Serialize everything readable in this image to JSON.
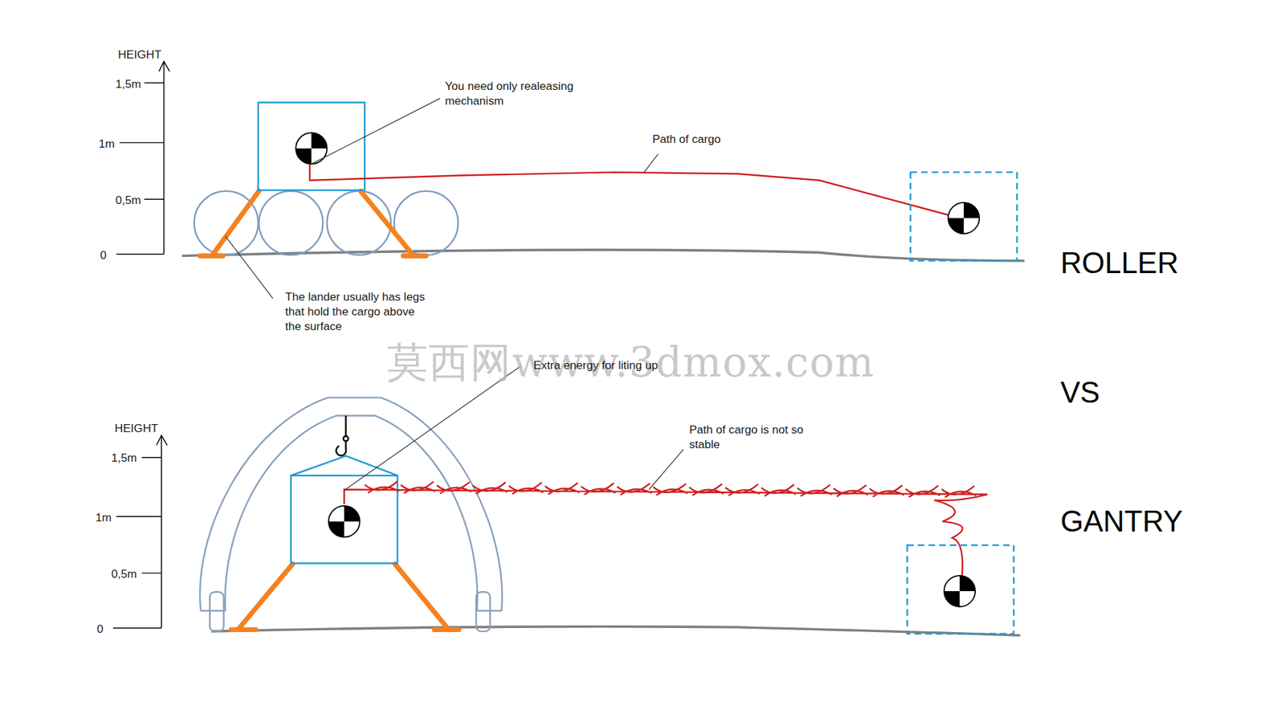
{
  "diagram": {
    "labels": [
      "HEIGHT",
      "1,5m",
      "1m",
      "0,5m",
      "0",
      "You need only realeasing mechanism",
      "Path of cargo",
      "The lander usually has legs that hold the cargo above the surface",
      "ROLLER",
      "莫西网www.3dmox.com",
      "Extra energy for liting up",
      "VS",
      "HEIGHT",
      "1,5m",
      "1m",
      "0,5m",
      "0",
      "Path of cargo is not so stable",
      "GANTRY"
    ]
  }
}
